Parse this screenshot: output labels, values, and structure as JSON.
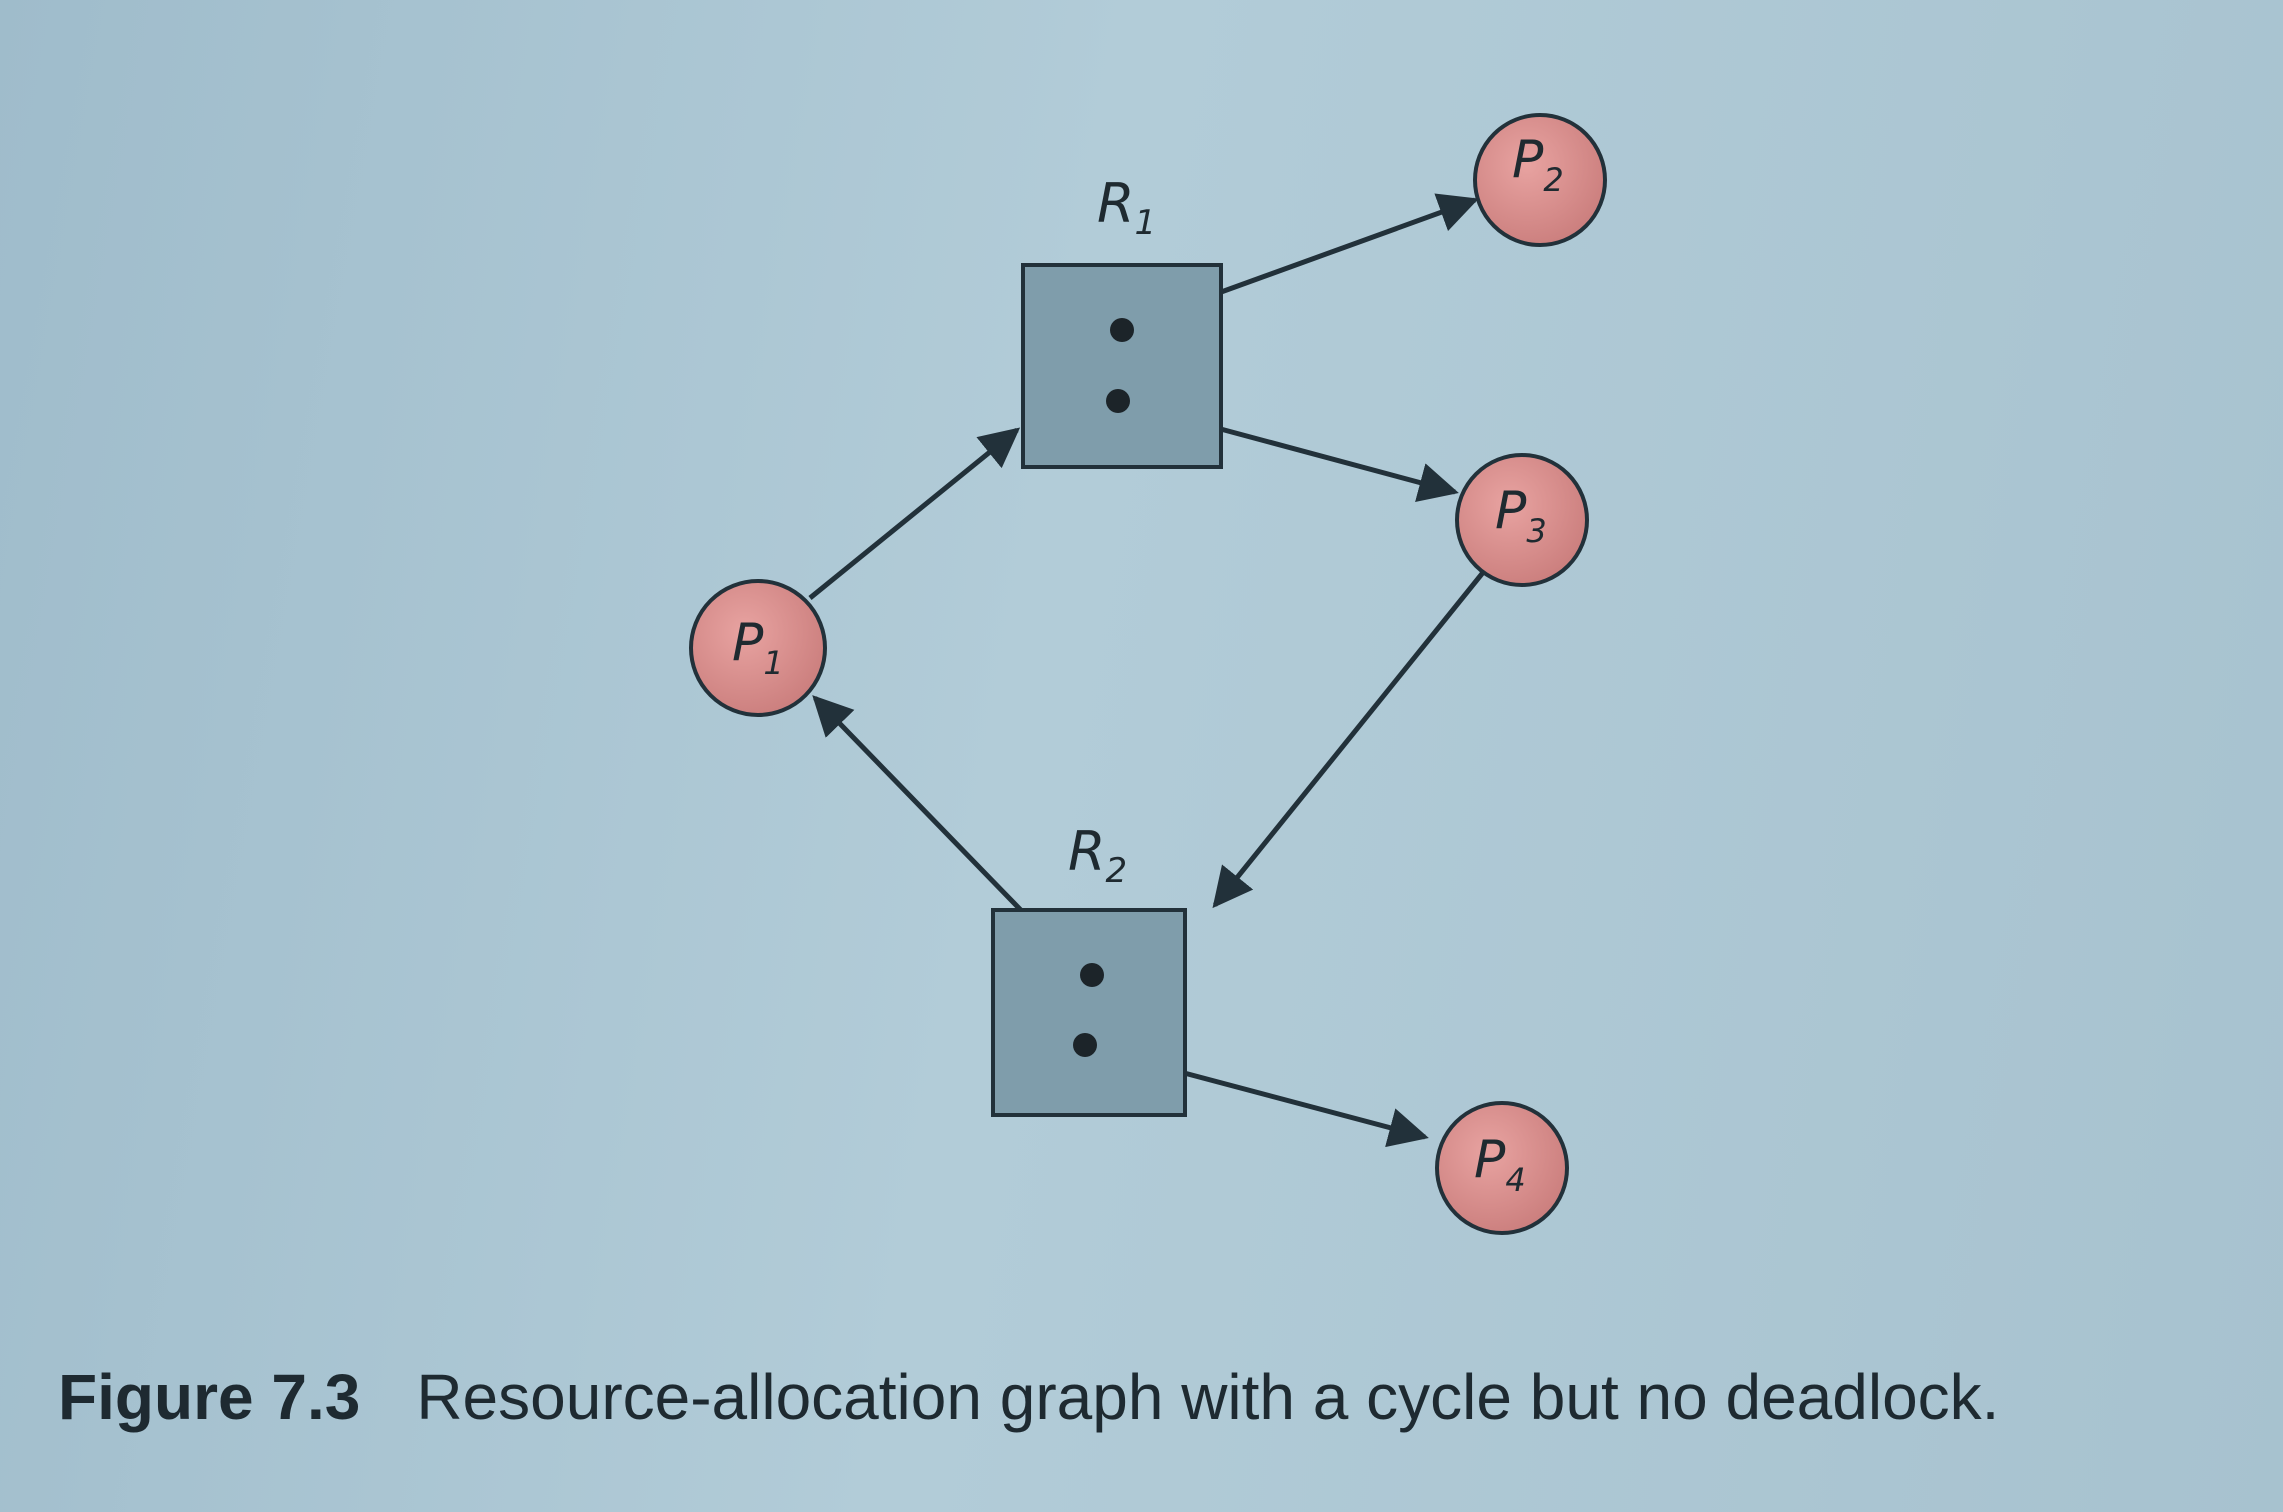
{
  "diagram": {
    "resources": [
      {
        "id": "R1",
        "letter": "R",
        "sub": "1",
        "instances": 2
      },
      {
        "id": "R2",
        "letter": "R",
        "sub": "2",
        "instances": 2
      }
    ],
    "processes": [
      {
        "id": "P1",
        "letter": "P",
        "sub": "1"
      },
      {
        "id": "P2",
        "letter": "P",
        "sub": "2"
      },
      {
        "id": "P3",
        "letter": "P",
        "sub": "3"
      },
      {
        "id": "P4",
        "letter": "P",
        "sub": "4"
      }
    ],
    "edges": [
      {
        "from": "R1",
        "to": "P2",
        "kind": "assignment"
      },
      {
        "from": "R1",
        "to": "P3",
        "kind": "assignment"
      },
      {
        "from": "P1",
        "to": "R1",
        "kind": "request"
      },
      {
        "from": "P3",
        "to": "R2",
        "kind": "request"
      },
      {
        "from": "R2",
        "to": "P1",
        "kind": "assignment"
      },
      {
        "from": "R2",
        "to": "P4",
        "kind": "assignment"
      }
    ],
    "colors": {
      "resource_fill": "#7f9dab",
      "process_fill": "#d9908e",
      "edge": "#22313a"
    }
  },
  "caption": {
    "figure_number": "Figure 7.3",
    "text": "Resource-allocation graph with a cycle but no deadlock."
  }
}
